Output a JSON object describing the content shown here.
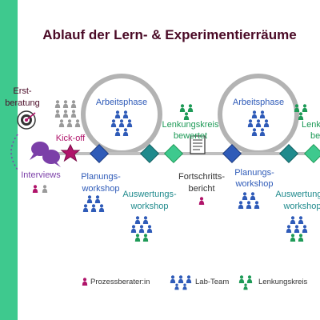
{
  "title": "Ablauf der Lern- & Experimentierräume",
  "colors": {
    "green_bar": "#3ec98e",
    "title": "#4a0a26",
    "blue": "#2f5bb8",
    "teal": "#1f8a8c",
    "green": "#1e9a57",
    "magenta": "#b0146a",
    "purple": "#7b3fa8",
    "ring": "#b3b3b3",
    "line": "#bfbfbf"
  },
  "labels": {
    "erstberatung_line1": "Erst-",
    "erstberatung_line2": "beratung",
    "kickoff": "Kick-off",
    "interviews": "Interviews",
    "arbeitsphase_1": "Arbeitsphase",
    "arbeitsphase_2": "Arbeitsphase",
    "planungs_1_line1": "Planungs-",
    "planungs_1_line2": "workshop",
    "planungs_2_line1": "Planungs-",
    "planungs_2_line2": "workshop",
    "auswertungs_1_line1": "Auswertungs-",
    "auswertungs_1_line2": "workshop",
    "auswertungs_2_line1": "Auswertungs-",
    "auswertungs_2_line2": "workshop",
    "lenkungskreis_1_line1": "Lenkungskreis",
    "lenkungskreis_1_line2": "bewertet",
    "lenkungskreis_2_line1": "Lenk",
    "lenkungskreis_2_line2": "be",
    "fortschritt_line1": "Fortschritts-",
    "fortschritt_line2": "bericht"
  },
  "legend": {
    "prozessberater": "Prozessberater:in",
    "lab_team": "Lab-Team",
    "lenkungskreis": "Lenkungskreis"
  },
  "icons": {
    "target": "target-icon",
    "interviews": "speech-bubbles-icon",
    "kickoff": "star-icon",
    "document": "document-icon",
    "milestone": "diamond-icon",
    "person": "person-icon"
  }
}
